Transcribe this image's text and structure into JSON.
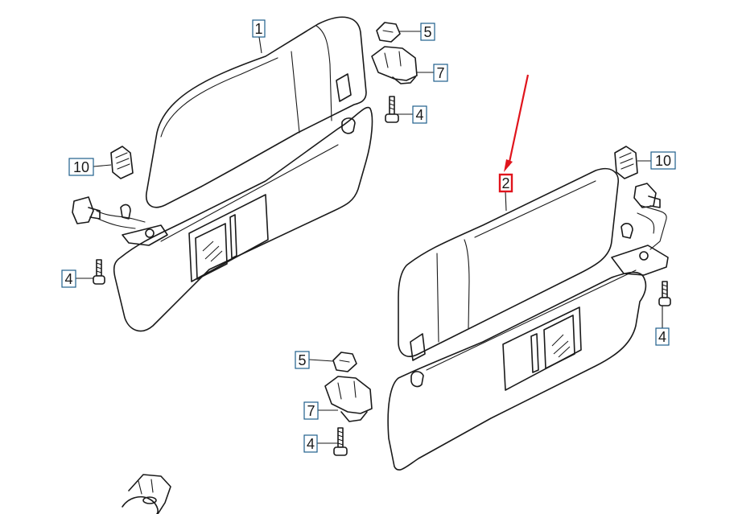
{
  "callouts": {
    "left_visor": "1",
    "right_visor": "2",
    "clip_top": "5",
    "bracket_top": "7",
    "screw_top": "4",
    "connector_left": "10",
    "screw_left": "4",
    "clip_bottom": "5",
    "bracket_bottom": "7",
    "screw_bottom": "4",
    "connector_right": "10",
    "screw_right": "4"
  },
  "colors": {
    "highlight": "#e0141c",
    "callout_border": "#1f5f8b",
    "line": "#1a1a1a"
  },
  "highlighted_part": "2"
}
